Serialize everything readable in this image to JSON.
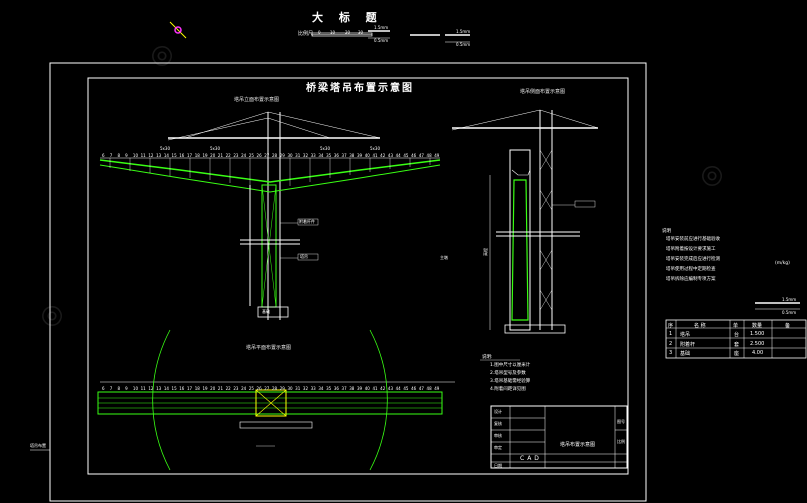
{
  "header": {
    "scale_title": "大 标 题",
    "scale_label": "比例尺",
    "scale_ticks": [
      "0",
      "10",
      "20",
      "30"
    ],
    "legend_a": "1.5mm",
    "legend_b": "0.5mm",
    "legend_c": "1.5mm",
    "legend_d": "0.5mm"
  },
  "drawing": {
    "title": "桥梁塔吊布置示意图",
    "view_elevation": "塔吊立面布置示意图",
    "view_side": "塔吊侧面布置示意图",
    "view_plan": "塔吊平面布置示意图",
    "span_labels": [
      "5x30",
      "5x30",
      "5x30",
      "5x30"
    ],
    "pier_numbers": [
      "6",
      "7",
      "8",
      "9",
      "10",
      "11",
      "12",
      "13",
      "14",
      "15",
      "16",
      "17",
      "18",
      "19",
      "20",
      "21",
      "22",
      "23",
      "24",
      "25",
      "26",
      "27",
      "28",
      "29",
      "30",
      "31",
      "32",
      "33",
      "34",
      "35",
      "36",
      "37",
      "38",
      "39",
      "40",
      "41",
      "42",
      "43",
      "44",
      "45",
      "46",
      "47",
      "48",
      "49"
    ],
    "label_column": "附着杆件",
    "label_tower": "塔吊",
    "label_base": "基础",
    "label_side_height": "高程",
    "label_pier": "主墩",
    "notes_title": "说明:",
    "notes": [
      "1.图中尺寸以厘米计",
      "2.塔吊型号及参数",
      "3.塔吊基础需经验算",
      "4.附着间距详见图"
    ]
  },
  "right_panel": {
    "notes_title": "说明",
    "notes": [
      "塔吊安装前应进行基础验收",
      "塔吊附着按设计要求施工",
      "塔吊安装完成后应进行检测",
      "塔吊使用过程中定期检查",
      "塔吊拆除应编制专项方案"
    ],
    "unit_note": "(m/kg)",
    "legend_1": "1.5mm",
    "legend_2": "0.5mm",
    "table_headers": [
      "序",
      "名 称",
      "单",
      "数量",
      "备"
    ],
    "table_rows": [
      [
        "1",
        "塔吊",
        "台",
        "1.500",
        ""
      ],
      [
        "2",
        "附着杆",
        "套",
        "2.500",
        ""
      ],
      [
        "3",
        "基础",
        "座",
        "4.00",
        ""
      ]
    ]
  },
  "title_block": {
    "drawing_name": "塔吊布置示意图",
    "sheet_label": "CAD",
    "side_labels": [
      "设计",
      "复核",
      "审核",
      "审定",
      "日期"
    ],
    "right_labels": [
      "图号",
      "比例"
    ]
  },
  "left_label": "塔吊布置"
}
